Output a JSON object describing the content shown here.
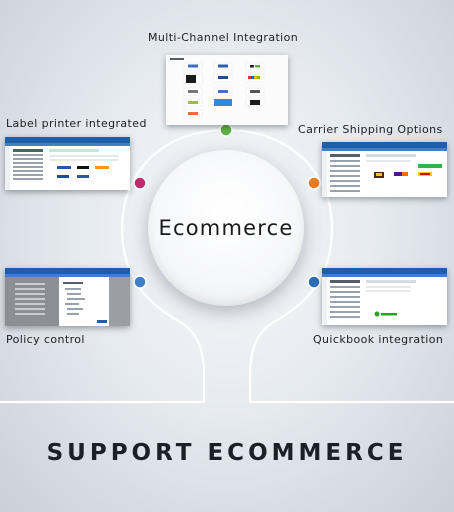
{
  "center": {
    "title": "Ecommerce"
  },
  "bottom_title": "SUPPORT ECOMMERCE",
  "features": {
    "multi_channel": "Multi-Channel Integration",
    "label_printer": "Label printer integrated",
    "carrier_shipping": "Carrier Shipping Options",
    "policy_control": "Policy control",
    "quickbook": "Quickbook integration"
  },
  "colors": {
    "green_node": "#5fb247",
    "pink_node": "#c02a6f",
    "orange_node": "#e87c25",
    "blue_node": "#3f80c9",
    "blue_node_right": "#2d6db5",
    "app_header": "#1f5fa8"
  }
}
